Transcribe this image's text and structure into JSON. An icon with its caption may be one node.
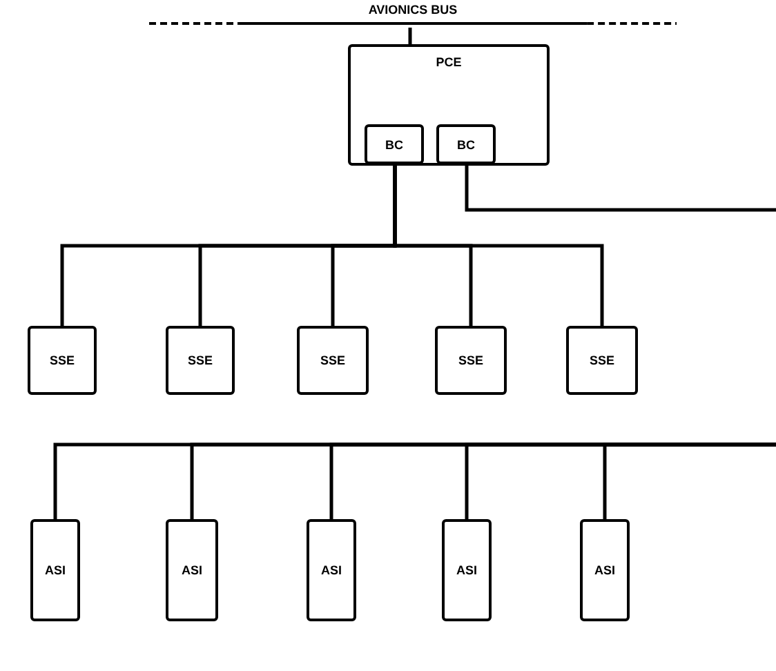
{
  "diagram": {
    "nodes": [
      {
        "text": [
          "AVIONICS BUS"
        ]
      },
      {
        "text": [
          "PCE"
        ]
      },
      {
        "text": [
          "BC"
        ],
        "in": 1
      },
      {
        "text": [
          "BC"
        ],
        "in": 1
      },
      {
        "text": [
          "SSE"
        ]
      },
      {
        "text": [
          "SSE"
        ]
      },
      {
        "text": [
          "SSE"
        ]
      },
      {
        "text": [
          "SSE"
        ]
      },
      {
        "text": [
          "SSE"
        ]
      },
      {
        "text": [
          "ASI"
        ]
      },
      {
        "text": [
          "ASI"
        ]
      },
      {
        "text": [
          "ASI"
        ]
      },
      {
        "text": [
          "ASI"
        ]
      },
      {
        "text": [
          "ASI"
        ]
      }
    ],
    "edges": [
      {
        "from": 0,
        "to": 1,
        "arrow": "none"
      },
      {
        "from": 2,
        "to": 4,
        "arrow": "none"
      },
      {
        "from": 2,
        "to": 5,
        "arrow": "none"
      },
      {
        "from": 2,
        "to": 6,
        "arrow": "none"
      },
      {
        "from": 2,
        "to": 7,
        "arrow": "none"
      },
      {
        "from": 2,
        "to": 8,
        "arrow": "none"
      },
      {
        "from": 3,
        "to": null,
        "arrow": "none"
      },
      {
        "from": null,
        "to": 9,
        "arrow": "none"
      },
      {
        "from": null,
        "to": 10,
        "arrow": "none"
      },
      {
        "from": null,
        "to": 11,
        "arrow": "none"
      },
      {
        "from": null,
        "to": 12,
        "arrow": "none"
      },
      {
        "from": null,
        "to": 13,
        "arrow": "none"
      }
    ]
  }
}
